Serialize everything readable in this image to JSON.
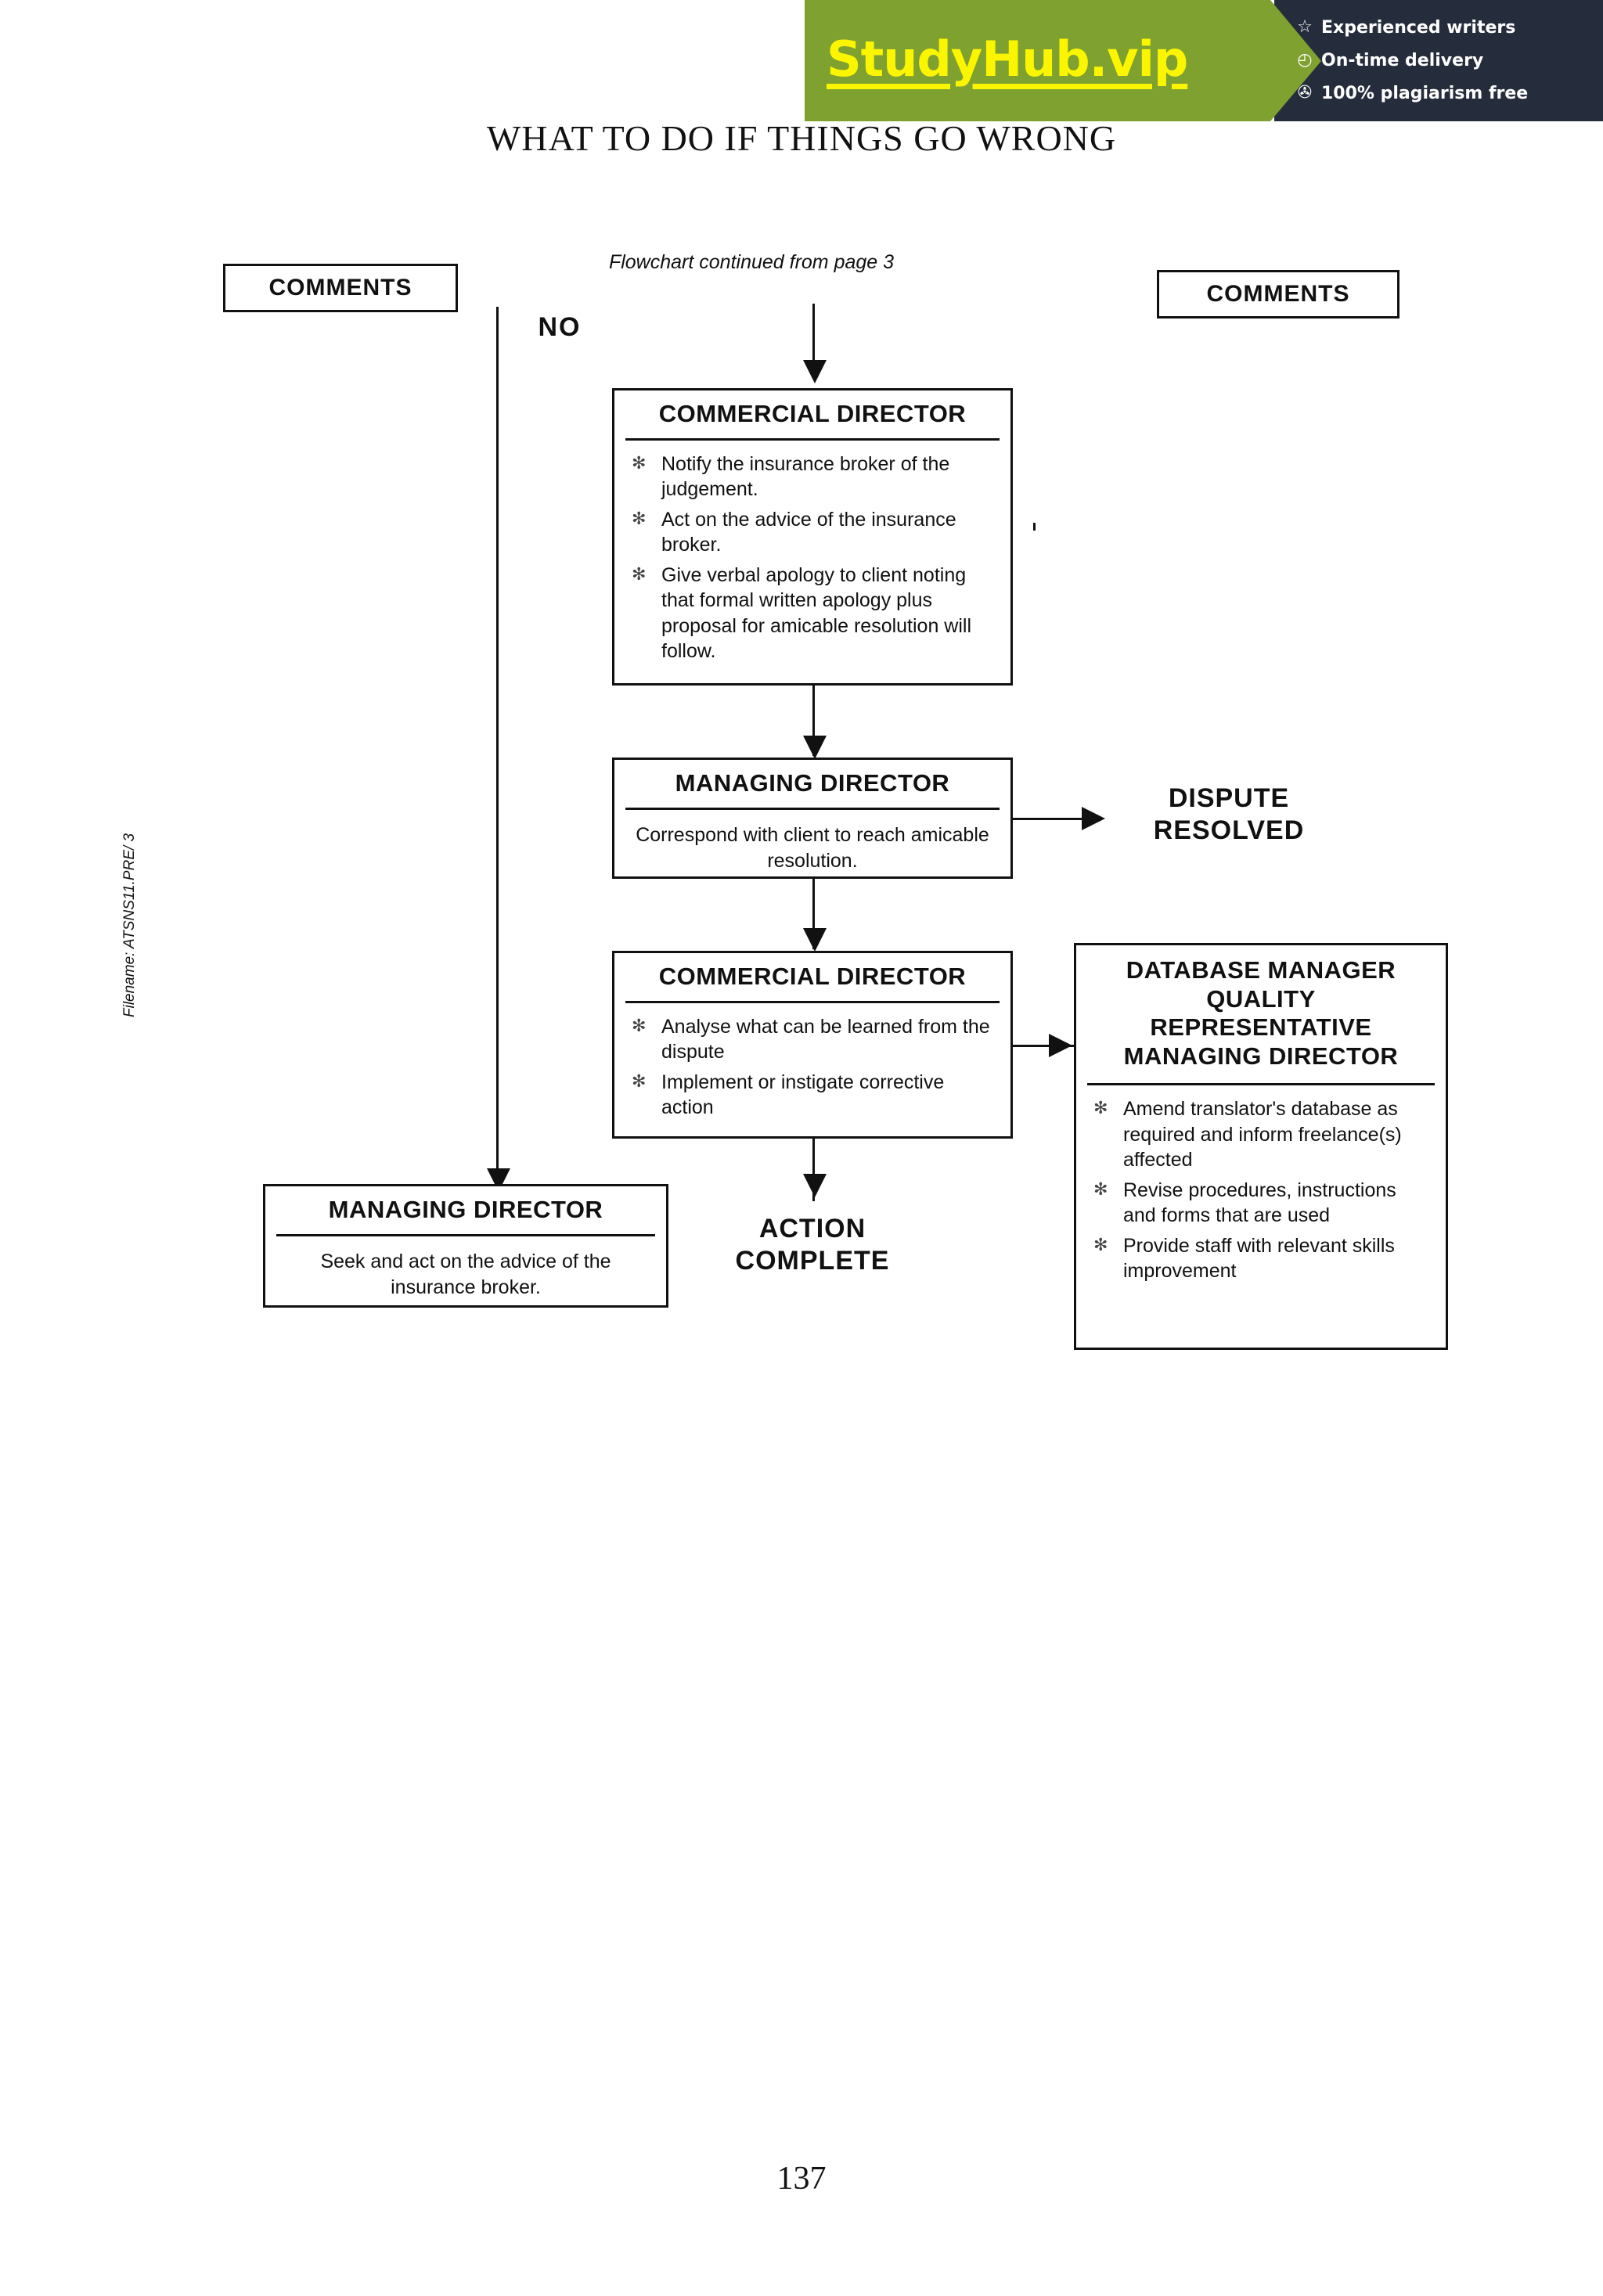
{
  "document": {
    "title": "WHAT TO DO IF THINGS GO WRONG",
    "page_number": "137",
    "filename_note": "Filename: ATSNS11.PRE/ 3",
    "continuation_note": "Flowchart continued from page 3"
  },
  "watermark": {
    "brand": "StudyHub.vip",
    "brand_color": "#fbf500",
    "green_color": "#7fa12f",
    "dark_color": "#252d3d",
    "features": [
      {
        "icon": "star-icon",
        "glyph": "☆",
        "label": "Experienced writers"
      },
      {
        "icon": "clock-icon",
        "glyph": "◴",
        "label": "On-time delivery"
      },
      {
        "icon": "shield-check-icon",
        "glyph": "✇",
        "label": "100% plagiarism free"
      }
    ]
  },
  "comments": {
    "left_label": "COMMENTS",
    "right_label": "COMMENTS"
  },
  "branch_label": "NO",
  "terminators": {
    "dispute_resolved": "DISPUTE\nRESOLVED",
    "dispute_resolved_line1": "DISPUTE",
    "dispute_resolved_line2": "RESOLVED",
    "action_complete_line1": "ACTION",
    "action_complete_line2": "COMPLETE"
  },
  "bullet_glyph": "✻",
  "nodes": [
    {
      "id": "commercial-director-1",
      "header": "COMMERCIAL DIRECTOR",
      "type": "bullets",
      "items": [
        "Notify the insurance broker of the judgement.",
        "Act on the advice of the insurance broker.",
        "Give verbal apology to client noting that formal written apology plus proposal for amicable resolution will follow."
      ]
    },
    {
      "id": "managing-director-1",
      "header": "MANAGING DIRECTOR",
      "type": "text",
      "text": "Correspond with client to reach amicable resolution."
    },
    {
      "id": "commercial-director-2",
      "header": "COMMERCIAL DIRECTOR",
      "type": "bullets",
      "items": [
        "Analyse what can be learned from the dispute",
        "Implement or instigate corrective action"
      ]
    },
    {
      "id": "database-manager",
      "header_lines": [
        "DATABASE MANAGER",
        "QUALITY",
        "REPRESENTATIVE",
        "MANAGING DIRECTOR"
      ],
      "type": "bullets",
      "items": [
        "Amend  translator's database as required and inform freelance(s) affected",
        "Revise procedures, instructions and forms that are used",
        "Provide staff with relevant skills improvement"
      ]
    },
    {
      "id": "managing-director-2",
      "header": "MANAGING DIRECTOR",
      "type": "text",
      "text": "Seek and act on the advice of the insurance broker."
    }
  ]
}
